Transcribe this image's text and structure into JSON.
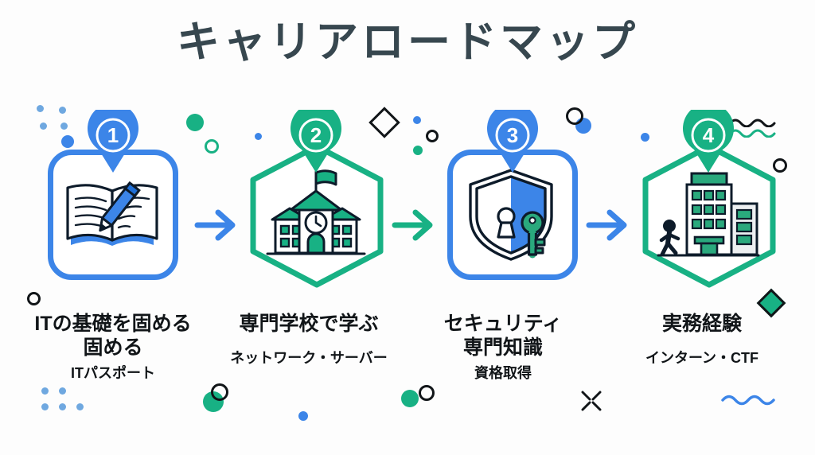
{
  "page": {
    "title": "キャリアロードマップ",
    "background": "#fdfdfd"
  },
  "colors": {
    "blue": "#3c85e8",
    "blue_dark": "#1f6fd6",
    "green": "#18b184",
    "green_dark": "#0f9e74",
    "ink": "#111518",
    "title_ink": "#37474f",
    "dot_blue": "#6fa8e0"
  },
  "steps": [
    {
      "number": "①",
      "number_plain": "1",
      "frame": "rounded-square",
      "accent": "#3c85e8",
      "icon": "open-book-pencil-icon",
      "label_line1": "ITの基礎を固める",
      "label_line2": "固める",
      "sublabel": "ITパスポート"
    },
    {
      "number": "②",
      "number_plain": "2",
      "frame": "hexagon",
      "accent": "#18b184",
      "icon": "school-building-icon",
      "label_line1": "専門学校で学ぶ",
      "label_line2": "",
      "sublabel": "ネットワーク・サーバー"
    },
    {
      "number": "③",
      "number_plain": "3",
      "frame": "rounded-square",
      "accent": "#3c85e8",
      "icon": "shield-keyhole-key-icon",
      "label_line1": "セキュリティ",
      "label_line2": "専門知識",
      "sublabel": "資格取得"
    },
    {
      "number": "④",
      "number_plain": "4",
      "frame": "hexagon",
      "accent": "#18b184",
      "icon": "office-building-person-icon",
      "label_line1": "実務経験",
      "label_line2": "",
      "sublabel": "インターン・CTF"
    }
  ],
  "arrows": [
    {
      "name": "arrow-step1-to-step2",
      "color": "#3c85e8"
    },
    {
      "name": "arrow-step2-to-step3",
      "color": "#18b184"
    },
    {
      "name": "arrow-step3-to-step4",
      "color": "#3c85e8"
    }
  ],
  "decorations": [
    {
      "name": "dot-grid-top-left",
      "shape": "dot-grid"
    },
    {
      "name": "dot-grid-bottom-left",
      "shape": "dot-grid"
    },
    {
      "name": "solid-dot-blue-top-left",
      "shape": "dot",
      "color": "#3c85e8"
    },
    {
      "name": "solid-dot-green-top-left",
      "shape": "dot",
      "color": "#18b184"
    },
    {
      "name": "ring-green-top-left",
      "shape": "ring",
      "color": "#18b184"
    },
    {
      "name": "ring-black-left",
      "shape": "ring",
      "color": "#111518"
    },
    {
      "name": "diamond-outline-top-center",
      "shape": "diamond-outline",
      "color": "#111518"
    },
    {
      "name": "ring-black-top-center",
      "shape": "ring",
      "color": "#111518"
    },
    {
      "name": "dot-green-top-center",
      "shape": "dot",
      "color": "#18b184"
    },
    {
      "name": "ring-black-top-right",
      "shape": "ring",
      "color": "#111518"
    },
    {
      "name": "dot-blue-top-right",
      "shape": "dot",
      "color": "#3c85e8"
    },
    {
      "name": "wave-black-top-right",
      "shape": "wave",
      "color": "#111518"
    },
    {
      "name": "wave-green-top-right",
      "shape": "wave",
      "color": "#18b184"
    },
    {
      "name": "ring-black-right",
      "shape": "ring",
      "color": "#111518"
    },
    {
      "name": "diamond-green-bottom-right",
      "shape": "diamond-filled",
      "color": "#18b184"
    },
    {
      "name": "wave-blue-bottom-right",
      "shape": "wave",
      "color": "#3c85e8"
    },
    {
      "name": "dot-green-bottom-left",
      "shape": "dot",
      "color": "#18b184"
    },
    {
      "name": "ring-black-bottom-left",
      "shape": "ring",
      "color": "#111518"
    },
    {
      "name": "dot-blue-bottom-center",
      "shape": "dot",
      "color": "#3c85e8"
    },
    {
      "name": "dot-green-bottom-center",
      "shape": "dot",
      "color": "#18b184"
    },
    {
      "name": "ring-black-bottom-center",
      "shape": "ring",
      "color": "#111518"
    },
    {
      "name": "sparkle-x-bottom-center",
      "shape": "x-mark",
      "color": "#111518"
    }
  ]
}
